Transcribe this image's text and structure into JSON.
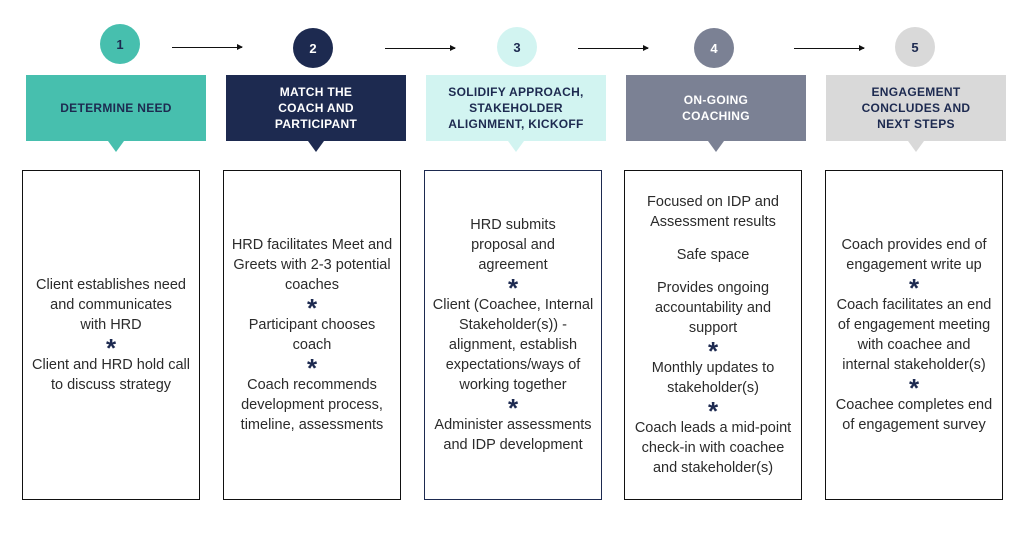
{
  "steps": [
    {
      "number": "1",
      "title": "DETERMINE NEED",
      "color": "#47bfae",
      "items": [
        "Client establishes need and communicates with HRD",
        "Client and HRD hold call to discuss strategy"
      ]
    },
    {
      "number": "2",
      "title": "MATCH  THE COACH AND PARTICIPANT",
      "color": "#1d2a50",
      "items": [
        "HRD facilitates Meet and Greets with 2-3 potential coaches",
        "Participant chooses coach",
        "Coach recommends development process, timeline, assessments"
      ]
    },
    {
      "number": "3",
      "title": "SOLIDIFY APPROACH, STAKEHOLDER ALIGNMENT, KICKOFF",
      "color": "#d2f4f1",
      "items": [
        "HRD submits proposal and agreement",
        "Client (Coachee, Internal Stakeholder(s)) - alignment, establish expectations/ways of working together",
        "Administer assessments and IDP development"
      ]
    },
    {
      "number": "4",
      "title": "ON-GOING COACHING",
      "color": "#7b8194",
      "items": [
        "Focused on IDP and Assessment results",
        "Safe space",
        "Provides ongoing accountability and support",
        "Monthly updates to stakeholder(s)",
        "Coach leads a mid-point check-in with coachee and stakeholder(s)"
      ]
    },
    {
      "number": "5",
      "title": "ENGAGEMENT CONCLUDES AND NEXT STEPS",
      "color": "#d9d9d9",
      "items": [
        "Coach provides end of engagement write up",
        "Coach facilitates an end of engagement meeting with coachee and internal stakeholder(s)",
        "Coachee completes end of engagement survey"
      ]
    }
  ],
  "separator": "*"
}
